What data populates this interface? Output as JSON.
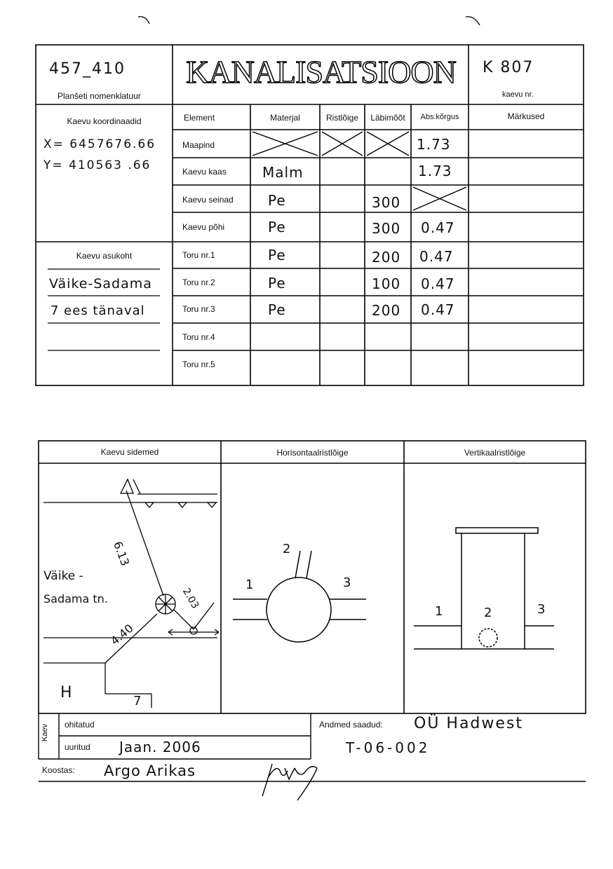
{
  "header": {
    "sheet_number": "457_410",
    "sheet_label": "Planšeti nomenklatuur",
    "title": "KANALISATSIOON",
    "well_number": "K 807",
    "well_label": "kaevu nr."
  },
  "coords": {
    "label": "Kaevu koordinaadid",
    "x": "X= 6457676.66",
    "y": "Y= 410563 .66"
  },
  "location": {
    "label": "Kaevu asukoht",
    "line1": "Väike-Sadama",
    "line2": "7 ees tänaval"
  },
  "table": {
    "columns": [
      "Element",
      "Materjal",
      "Ristlõige",
      "Läbimõõt",
      "Abs.kõrgus",
      "Märkused"
    ],
    "rows": [
      {
        "element": "Maapind",
        "material": "",
        "section": "",
        "diameter": "",
        "height": "1.73",
        "notes": ""
      },
      {
        "element": "Kaevu kaas",
        "material": "Malm",
        "section": "",
        "diameter": "",
        "height": "1.73",
        "notes": ""
      },
      {
        "element": "Kaevu seinad",
        "material": "Pe",
        "section": "",
        "diameter": "300",
        "height": "",
        "notes": ""
      },
      {
        "element": "Kaevu põhi",
        "material": "Pe",
        "section": "",
        "diameter": "300",
        "height": "0.47",
        "notes": ""
      },
      {
        "element": "Toru nr.1",
        "material": "Pe",
        "section": "",
        "diameter": "200",
        "height": "0.47",
        "notes": ""
      },
      {
        "element": "Toru nr.2",
        "material": "Pe",
        "section": "",
        "diameter": "100",
        "height": "0.47",
        "notes": ""
      },
      {
        "element": "Toru nr.3",
        "material": "Pe",
        "section": "",
        "diameter": "200",
        "height": "0.47",
        "notes": ""
      },
      {
        "element": "Toru nr.4",
        "material": "",
        "section": "",
        "diameter": "",
        "height": "",
        "notes": ""
      },
      {
        "element": "Toru nr.5",
        "material": "",
        "section": "",
        "diameter": "",
        "height": "",
        "notes": ""
      }
    ]
  },
  "diagrams": {
    "panel1_title": "Kaevu sidemed",
    "panel2_title": "Horisontaalristlõige",
    "panel3_title": "Vertikaalristlõige",
    "dist1": "6.13",
    "dist2": "4.40",
    "dist3": "2.03",
    "street_line1": "Väike -",
    "street_line2": "Sadama tn.",
    "house_letter": "H",
    "house_number": "7",
    "pipe1": "1",
    "pipe2": "2",
    "pipe3": "3"
  },
  "footer": {
    "side_label": "Kaev",
    "checked_label": "ohitatud",
    "checked_value": "",
    "surveyed_label": "uuritud",
    "surveyed_value": "Jaan. 2006",
    "data_label": "Andmed saadud:",
    "data_source": "OÜ Hadwest",
    "data_ref": "T-06-002",
    "compiled_label": "Koostas:",
    "compiled_value": "Argo Arikas"
  }
}
